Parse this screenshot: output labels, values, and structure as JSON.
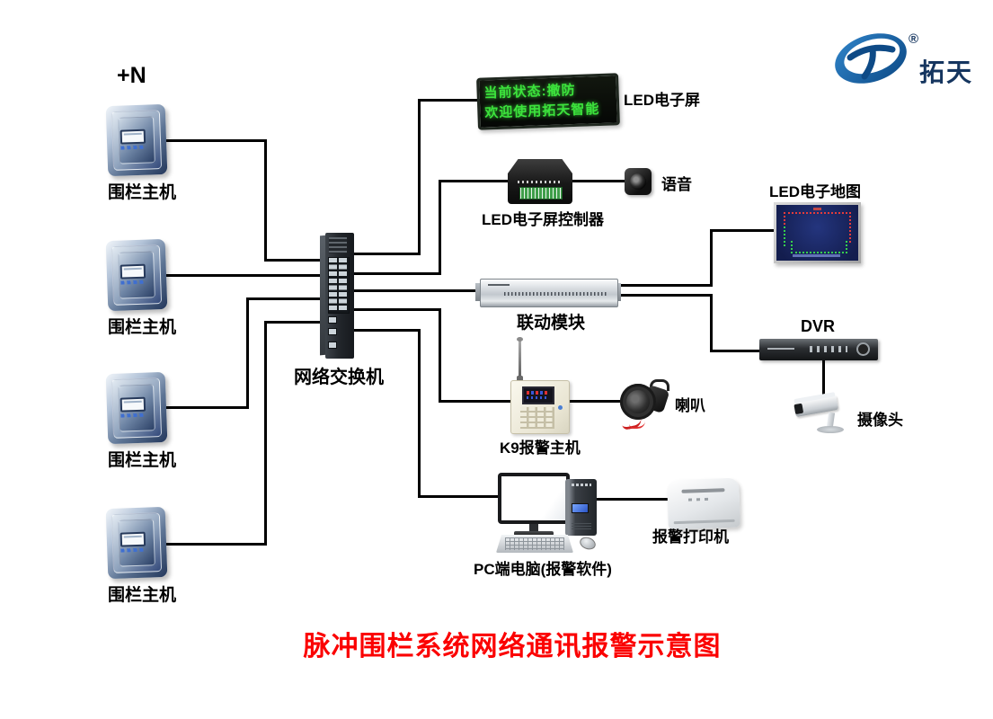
{
  "logo": {
    "brand": "拓天",
    "registered_mark": "®"
  },
  "annotations": {
    "host_multiplier": "+N"
  },
  "title": {
    "text": "脉冲围栏系统网络通讯报警示意图",
    "color": "#ff0000"
  },
  "nodes": {
    "fence_host": {
      "label": "围栏主机"
    },
    "network_switch": {
      "label": "网络交换机"
    },
    "led_screen": {
      "label": "LED电子屏",
      "display_line1": "当前状态:撤防",
      "display_line2": "欢迎使用拓天智能",
      "display_color": "#3ce23c"
    },
    "led_controller": {
      "label": "LED电子屏控制器"
    },
    "voice_speaker": {
      "label": "语音"
    },
    "linkage_module": {
      "label": "联动模块"
    },
    "led_map": {
      "label": "LED电子地图"
    },
    "dvr": {
      "label": "DVR"
    },
    "camera": {
      "label": "摄像头"
    },
    "k9_alarm_host": {
      "label": "K9报警主机"
    },
    "horn": {
      "label": "喇叭"
    },
    "pc": {
      "label": "PC端电脑(报警软件)"
    },
    "alarm_printer": {
      "label": "报警打印机"
    }
  }
}
